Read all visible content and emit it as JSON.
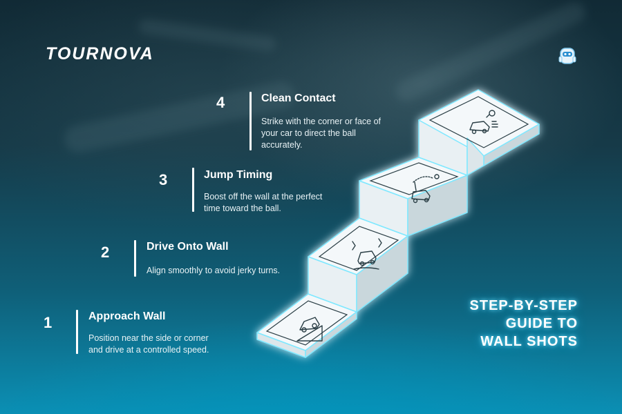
{
  "brand": {
    "logo_text": "TOURNOVA"
  },
  "steps": [
    {
      "number": "1",
      "title": "Approach Wall",
      "desc_line1": "Position near the side or corner",
      "desc_line2": "and drive at a controlled speed.",
      "icon": "car-on-ramp-icon"
    },
    {
      "number": "2",
      "title": "Drive Onto Wall",
      "desc_line1": "Align smoothly to avoid jerky turns.",
      "icon": "car-skidding-icon"
    },
    {
      "number": "3",
      "title": "Jump Timing",
      "desc_line1": "Boost off the wall at the perfect",
      "desc_line2": "time toward the ball.",
      "icon": "car-jumping-to-ball-icon"
    },
    {
      "number": "4",
      "title": "Clean Contact",
      "desc_line1": "Strike with the corner or face of",
      "desc_line2": "your car to direct the ball",
      "desc_line3": "accurately.",
      "icon": "car-hitting-ball-icon"
    }
  ],
  "guide_title": {
    "line1": "STEP-BY-STEP",
    "line2": "GUIDE TO",
    "line3": "WALL SHOTS"
  },
  "colors": {
    "glow": "#5fe3ff",
    "step_fill": "#f4f8fa",
    "step_side": "#d9e4e8",
    "text": "#ffffff"
  },
  "mascot_icon": "yeti-mascot-icon"
}
